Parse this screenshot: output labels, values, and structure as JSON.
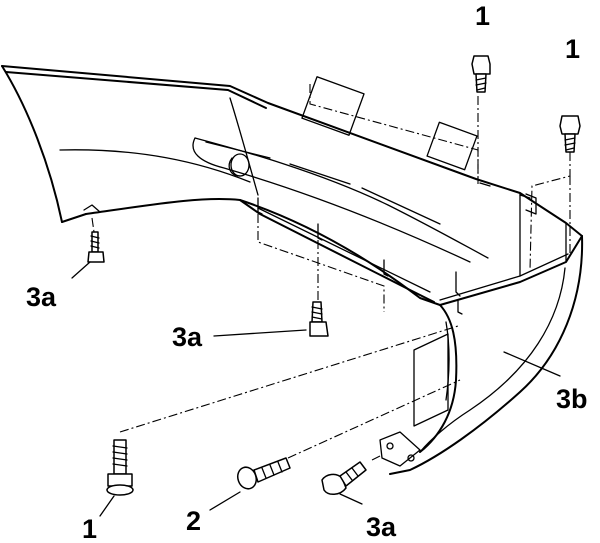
{
  "callouts": {
    "bolt_top_left": "1",
    "bolt_top_right": "1",
    "screw_left": "3a",
    "screw_center": "3a",
    "bumper_cover": "3b",
    "bolt_bottom": "1",
    "bolt_bottom_side": "2",
    "screw_bottom_right": "3a"
  }
}
